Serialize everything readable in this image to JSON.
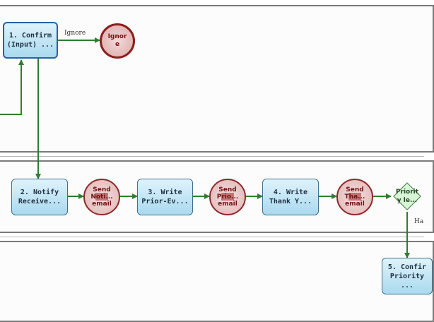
{
  "colors": {
    "flow": "#2e7d32",
    "task_border": "#3f6f8d",
    "end_event": "#8b1e1e",
    "lane_border": "#7a7a7a"
  },
  "tasks": {
    "confirm_input": "1. Confirm\n(Input) ...",
    "notify": "2. Notify\nReceive...",
    "write_prior": "3. Write\nPrior-Ev...",
    "write_thank": "4. Write\nThank Y...",
    "confirm_priority": "5. Confir\nPriority ..."
  },
  "events": {
    "ignore": "Ignor\ne",
    "send_1": "Send\nNoti...\n  email",
    "send_2": "Send\nPrio...\n  email",
    "send_3": "Send\nTha...\n  email"
  },
  "gateway": {
    "label": "Priorit\ny le..."
  },
  "flow_labels": {
    "ignore": "Ignore",
    "gateway_out": "Ha"
  }
}
